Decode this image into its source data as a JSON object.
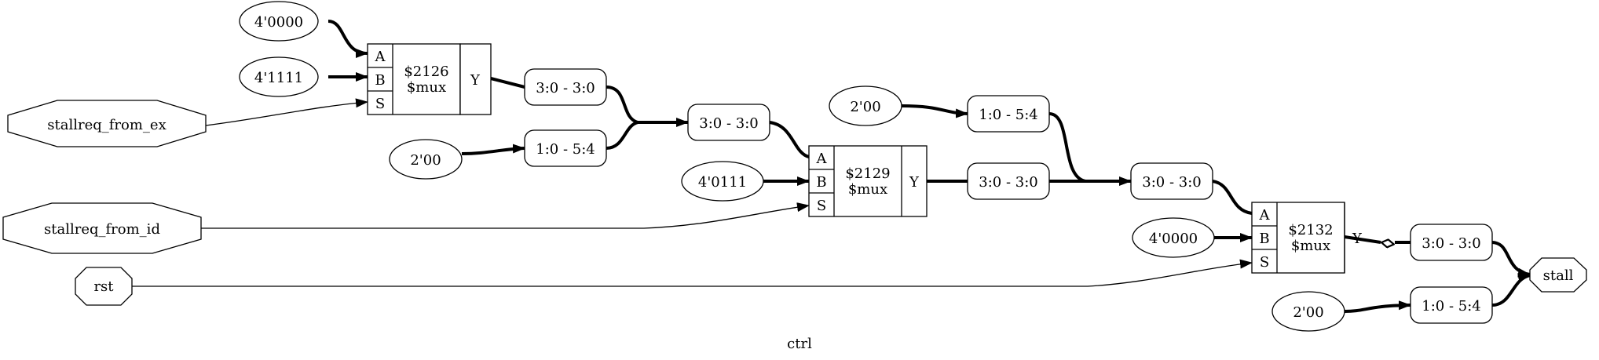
{
  "title": "ctrl",
  "ports": {
    "stallreq_from_ex": "stallreq_from_ex",
    "stallreq_from_id": "stallreq_from_id",
    "rst": "rst",
    "stall": "stall"
  },
  "constants": {
    "c1": "4'0000",
    "c2": "4'1111",
    "c3": "2'00",
    "c4": "4'0111",
    "c5": "2'00",
    "c6": "4'0000",
    "c7": "2'00"
  },
  "muxes": {
    "m2126": {
      "id": "$2126",
      "type": "$mux",
      "pins": {
        "a": "A",
        "b": "B",
        "s": "S",
        "y": "Y"
      }
    },
    "m2129": {
      "id": "$2129",
      "type": "$mux",
      "pins": {
        "a": "A",
        "b": "B",
        "s": "S",
        "y": "Y"
      }
    },
    "m2132": {
      "id": "$2132",
      "type": "$mux",
      "pins": {
        "a": "A",
        "b": "B",
        "s": "S",
        "y": "Y"
      }
    }
  },
  "slices": {
    "s1": "3:0 - 3:0",
    "s2": "1:0 - 5:4",
    "s3": "3:0 - 3:0",
    "s4": "3:0 - 3:0",
    "s5": "1:0 - 5:4",
    "s6": "3:0 - 3:0",
    "s7": "3:0 - 3:0",
    "s8": "1:0 - 5:4"
  }
}
